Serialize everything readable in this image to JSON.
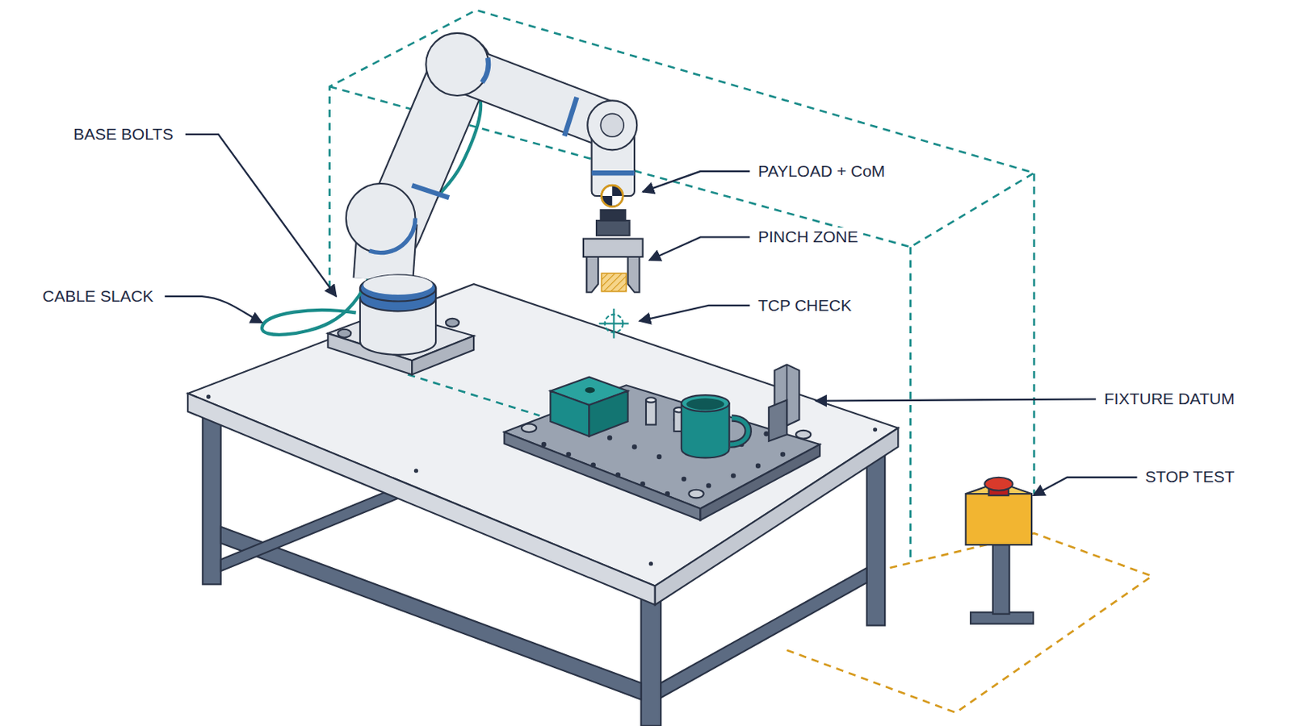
{
  "diagram": {
    "labels": [
      "BASE BOLTS",
      "PAYLOAD + CoM",
      "PINCH ZONE",
      "CABLE SLACK",
      "TCP CHECK",
      "FIXTURE DATUM",
      "STOP TEST"
    ]
  }
}
